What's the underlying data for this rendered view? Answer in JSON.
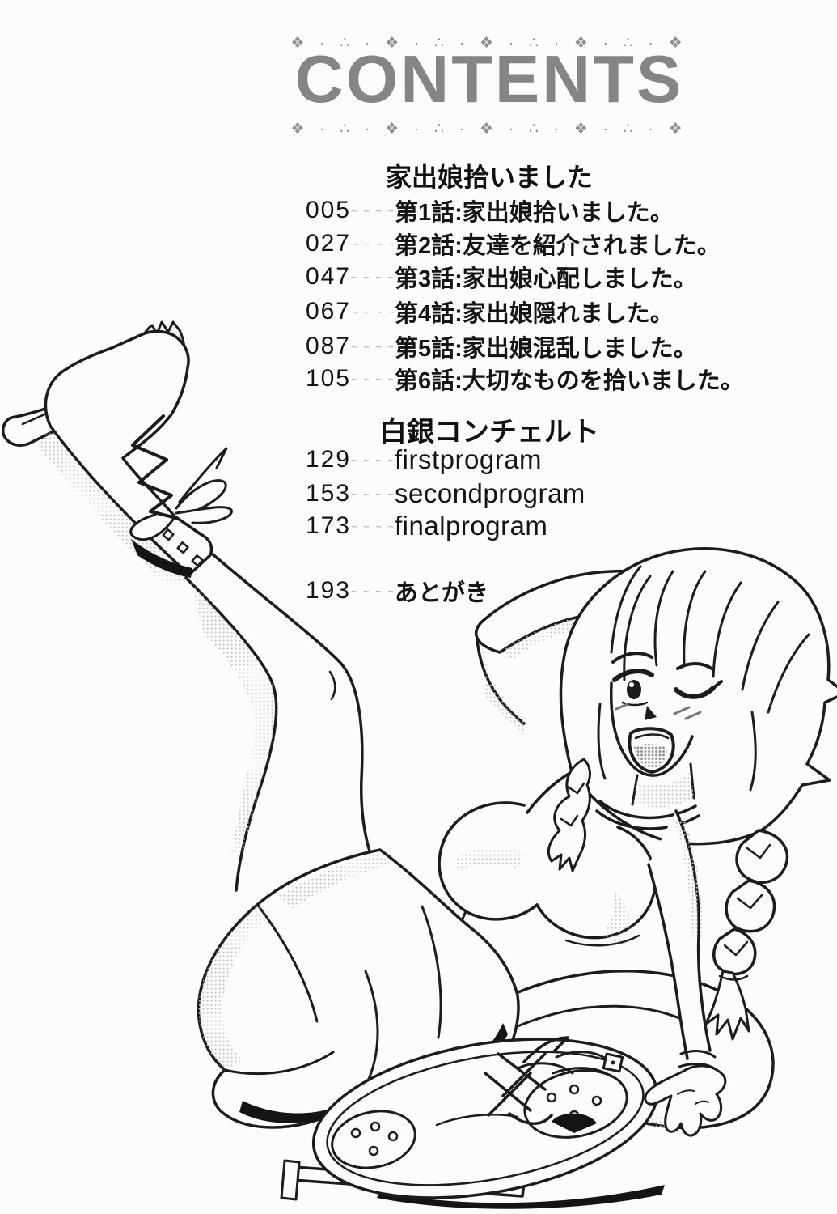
{
  "header": {
    "ornament_top": "❖ ∙ ∴ ∙ ❖ ∙ ∴ ∙ ❖ ∙ ∴ ∙ ❖ ∙ ∴ ∙ ❖",
    "title": "CONTENTS",
    "ornament_bottom": "❖ ∙ ∴ ∙ ❖ ∙ ∴ ∙ ❖ ∙ ∴ ∙ ❖ ∙ ∴ ∙ ❖"
  },
  "toc": {
    "leader": "~ ~ ~ ~",
    "sections": [
      {
        "heading": "家出娘拾いました",
        "entries": [
          {
            "page": "005",
            "title": "第1話:家出娘拾いました。"
          },
          {
            "page": "027",
            "title": "第2話:友達を紹介されました。"
          },
          {
            "page": "047",
            "title": "第3話:家出娘心配しました。"
          },
          {
            "page": "067",
            "title": "第4話:家出娘隠れました。"
          },
          {
            "page": "087",
            "title": "第5話:家出娘混乱しました。"
          },
          {
            "page": "105",
            "title": "第6話:大切なものを拾いました。"
          }
        ]
      },
      {
        "heading": "白銀コンチェルト",
        "entries": [
          {
            "page": "129",
            "title": "firstprogram"
          },
          {
            "page": "153",
            "title": "secondprogram"
          },
          {
            "page": "173",
            "title": "finalprogram"
          }
        ]
      },
      {
        "heading": "",
        "entries": [
          {
            "page": "193",
            "title": "あとがき"
          }
        ]
      }
    ]
  },
  "illustration": {
    "description": "Monochrome manga line drawing of a winking girl with twin braids in a long-sleeve shirt and skirt, wearing figure skates, one leg raised high, reclining on the floor with one hand on the ground",
    "line_color": "#1c1c1c",
    "paper_color": "#fcfcfa",
    "tone_color": "#c2c2c2",
    "shadow_color": "#141414"
  }
}
